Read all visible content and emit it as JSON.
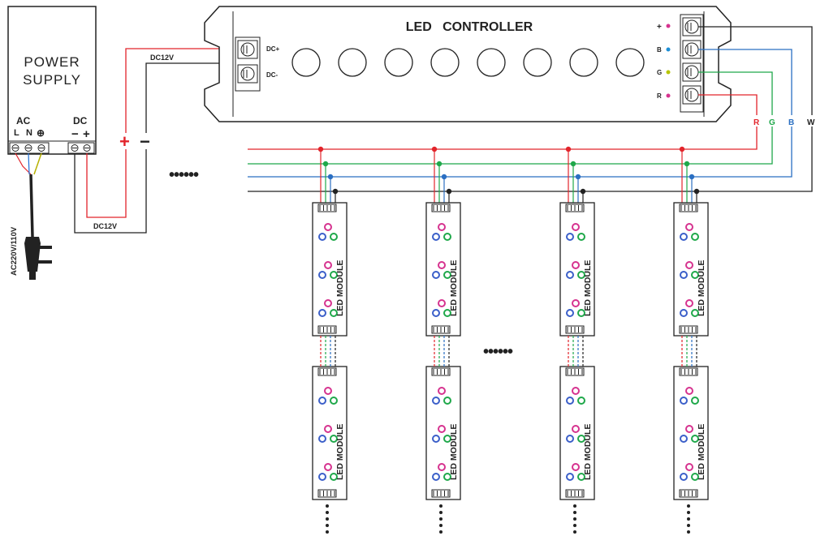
{
  "power_supply": {
    "title_line1": "POWER",
    "title_line2": "SUPPLY",
    "ac_label": "AC",
    "ac_terminals": [
      "L",
      "N",
      "⊕"
    ],
    "dc_label": "DC",
    "dc_terminals": [
      "−",
      "+"
    ],
    "mains_label": "AC220V/110V"
  },
  "polarity": {
    "plus": "+",
    "minus": "−"
  },
  "dc_wire_labels": {
    "top": "DC12V",
    "bottom": "DC12V"
  },
  "controller": {
    "title": "LED   CONTROLLER",
    "input_labels": [
      "DC+",
      "DC-"
    ],
    "button_count": 8,
    "outputs": [
      {
        "label": "+",
        "dot_color": "#d6338f"
      },
      {
        "label": "B",
        "dot_color": "#1e8fd6"
      },
      {
        "label": "G",
        "dot_color": "#b7c500"
      },
      {
        "label": "R",
        "dot_color": "#d6338f"
      }
    ]
  },
  "bus_labels": [
    "R",
    "G",
    "B",
    "W"
  ],
  "wire_colors": {
    "r": "#e2242b",
    "g": "#1fa84a",
    "b": "#2a6fc2",
    "w": "#222222",
    "power_red": "#e2242b"
  },
  "module_label": "LED MODULE",
  "led_colors": {
    "pink": "#d6338f",
    "blue": "#3b5fc9",
    "green": "#1fa84a"
  },
  "ellipsis": "••••••"
}
